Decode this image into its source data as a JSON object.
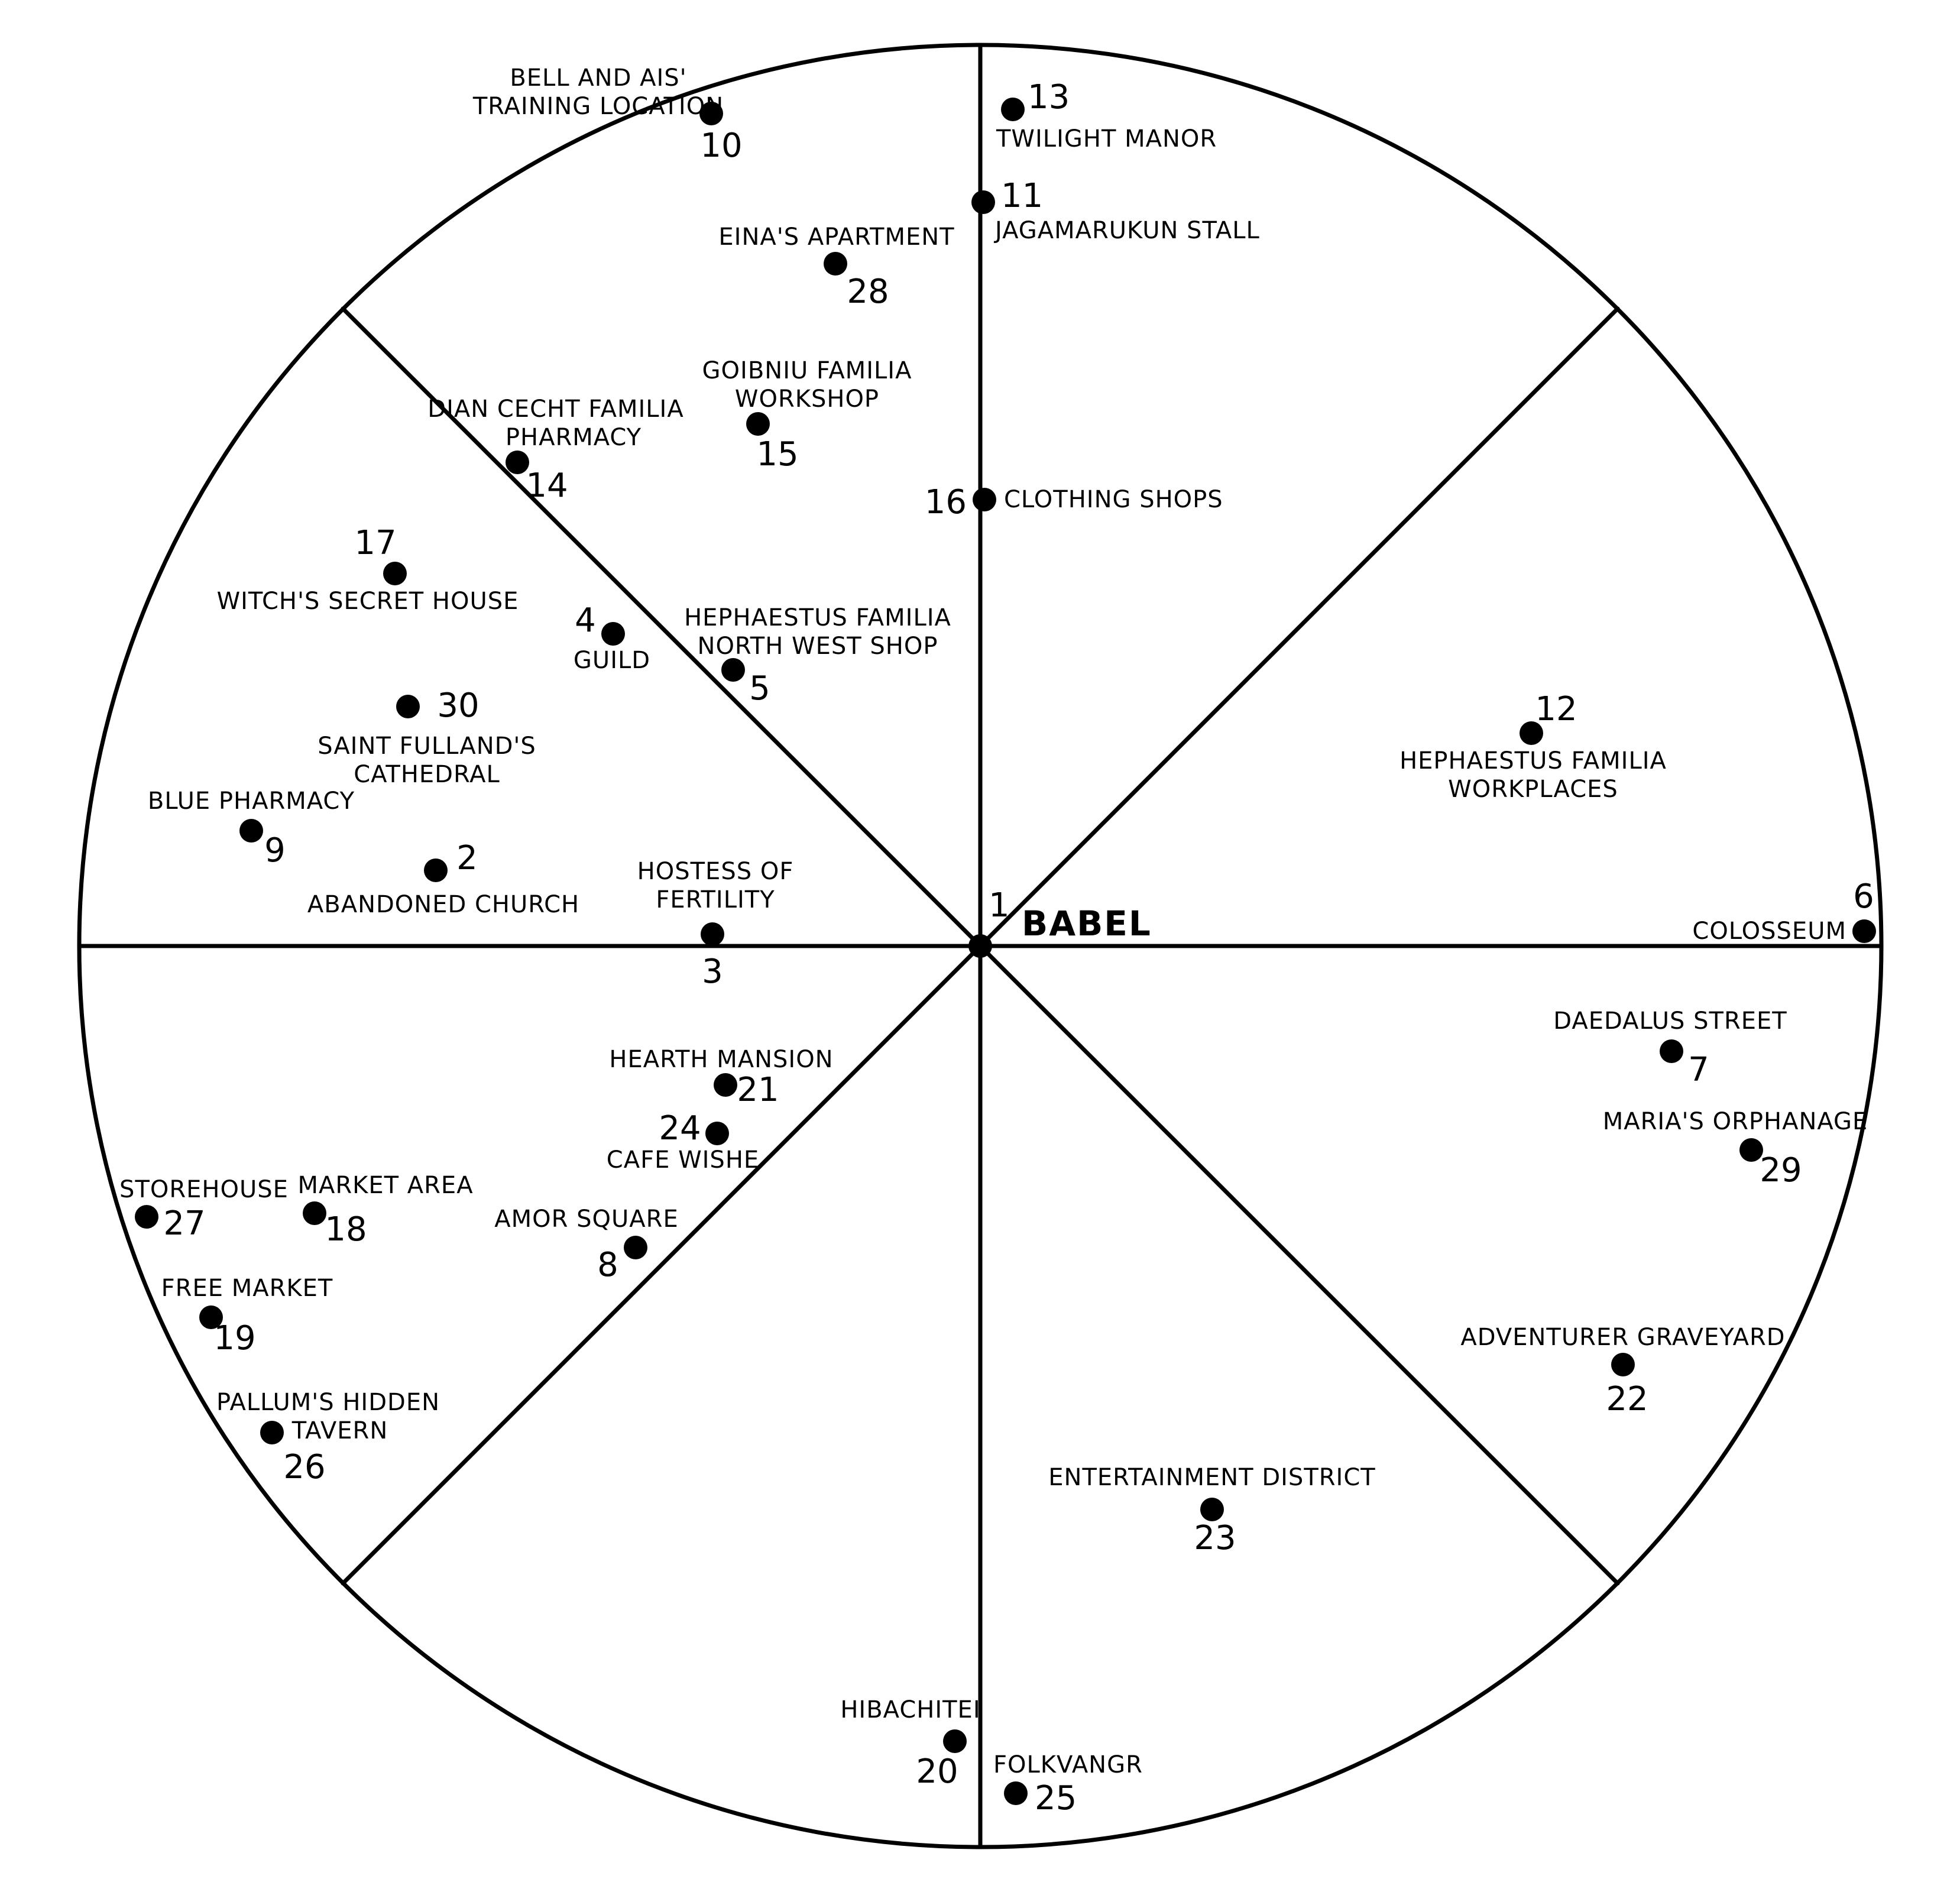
{
  "map": {
    "center": {
      "number": "1",
      "name": "BABEL"
    },
    "locations": [
      {
        "id": "bell-and-ais-training-location",
        "number": "10",
        "name_lines": [
          "BELL AND AIS'",
          "TRAINING LOCATION"
        ]
      },
      {
        "id": "twilight-manor",
        "number": "13",
        "name_lines": [
          "TWILIGHT MANOR"
        ]
      },
      {
        "id": "jagamarukun-stall",
        "number": "11",
        "name_lines": [
          "JAGAMARUKUN STALL"
        ]
      },
      {
        "id": "einas-apartment",
        "number": "28",
        "name_lines": [
          "EINA'S APARTMENT"
        ]
      },
      {
        "id": "goibniu-familia-workshop",
        "number": "15",
        "name_lines": [
          "GOIBNIU FAMILIA",
          "WORKSHOP"
        ]
      },
      {
        "id": "dian-cecht-familia-pharmacy",
        "number": "14",
        "name_lines": [
          "DIAN CECHT FAMILIA",
          "PHARMACY"
        ]
      },
      {
        "id": "clothing-shops",
        "number": "16",
        "name_lines": [
          "CLOTHING SHOPS"
        ]
      },
      {
        "id": "witchs-secret-house",
        "number": "17",
        "name_lines": [
          "WITCH'S SECRET HOUSE"
        ]
      },
      {
        "id": "guild",
        "number": "4",
        "name_lines": [
          "GUILD"
        ]
      },
      {
        "id": "hephaestus-familia-north-west-shop",
        "number": "5",
        "name_lines": [
          "HEPHAESTUS FAMILIA",
          "NORTH WEST SHOP"
        ]
      },
      {
        "id": "saint-fullands-cathedral",
        "number": "30",
        "name_lines": [
          "SAINT FULLAND'S",
          "CATHEDRAL"
        ]
      },
      {
        "id": "blue-pharmacy",
        "number": "9",
        "name_lines": [
          "BLUE PHARMACY"
        ]
      },
      {
        "id": "abandoned-church",
        "number": "2",
        "name_lines": [
          "ABANDONED CHURCH"
        ]
      },
      {
        "id": "hostess-of-fertility",
        "number": "3",
        "name_lines": [
          "HOSTESS OF",
          "FERTILITY"
        ]
      },
      {
        "id": "hephaestus-familia-workplaces",
        "number": "12",
        "name_lines": [
          "HEPHAESTUS FAMILIA",
          "WORKPLACES"
        ]
      },
      {
        "id": "colosseum",
        "number": "6",
        "name_lines": [
          "COLOSSEUM"
        ]
      },
      {
        "id": "daedalus-street",
        "number": "7",
        "name_lines": [
          "DAEDALUS STREET"
        ]
      },
      {
        "id": "marias-orphanage",
        "number": "29",
        "name_lines": [
          "MARIA'S ORPHANAGE"
        ]
      },
      {
        "id": "hearth-mansion",
        "number": "21",
        "name_lines": [
          "HEARTH MANSION"
        ]
      },
      {
        "id": "cafe-wishe",
        "number": "24",
        "name_lines": [
          "CAFE WISHE"
        ]
      },
      {
        "id": "storehouse",
        "number": "27",
        "name_lines": [
          "STOREHOUSE"
        ]
      },
      {
        "id": "market-area",
        "number": "18",
        "name_lines": [
          "MARKET AREA"
        ]
      },
      {
        "id": "amor-square",
        "number": "8",
        "name_lines": [
          "AMOR SQUARE"
        ]
      },
      {
        "id": "free-market",
        "number": "19",
        "name_lines": [
          "FREE MARKET"
        ]
      },
      {
        "id": "pallums-hidden-tavern",
        "number": "26",
        "name_lines": [
          "PALLUM'S HIDDEN",
          "TAVERN"
        ]
      },
      {
        "id": "adventurer-graveyard",
        "number": "22",
        "name_lines": [
          "ADVENTURER GRAVEYARD"
        ]
      },
      {
        "id": "entertainment-district",
        "number": "23",
        "name_lines": [
          "ENTERTAINMENT DISTRICT"
        ]
      },
      {
        "id": "hibachitei",
        "number": "20",
        "name_lines": [
          "HIBACHITEI"
        ]
      },
      {
        "id": "folkvangr",
        "number": "25",
        "name_lines": [
          "FOLKVANGR"
        ]
      }
    ]
  }
}
